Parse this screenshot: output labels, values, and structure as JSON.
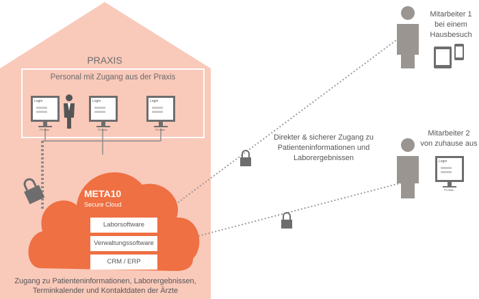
{
  "praxis": {
    "title": "PRAXIS",
    "staff_box_title": "Personal mit Zugang aus der Praxis",
    "monitor_login": "Login",
    "monitor_caption": "PC/Mac"
  },
  "cloud": {
    "brand": "META10",
    "subtitle": "Secure Cloud",
    "modules": [
      "Laborsoftware",
      "Verwaltungssoftware",
      "CRM / ERP"
    ]
  },
  "footer": {
    "line1": "Zugang zu Patienteninformationen, Laborergebnissen,",
    "line2": "Terminkalender und Kontaktdaten der Ärzte"
  },
  "access_note": {
    "line1": "Direkter & sicherer Zugang zu",
    "line2": "Patienteninformationen und",
    "line3": "Laborergebnissen"
  },
  "employee1": {
    "line1": "Mitarbeiter 1",
    "line2": "bei einem",
    "line3": "Hausbesuch"
  },
  "employee2": {
    "line1": "Mitarbeiter 2",
    "line2": "von zuhause aus"
  },
  "colors": {
    "house_fill": "#f9c9ba",
    "cloud_orange": "#ee7043",
    "person_gray": "#9a9591",
    "monitor_dark": "#6d6d6d",
    "link_gray": "#9a9a9a"
  }
}
